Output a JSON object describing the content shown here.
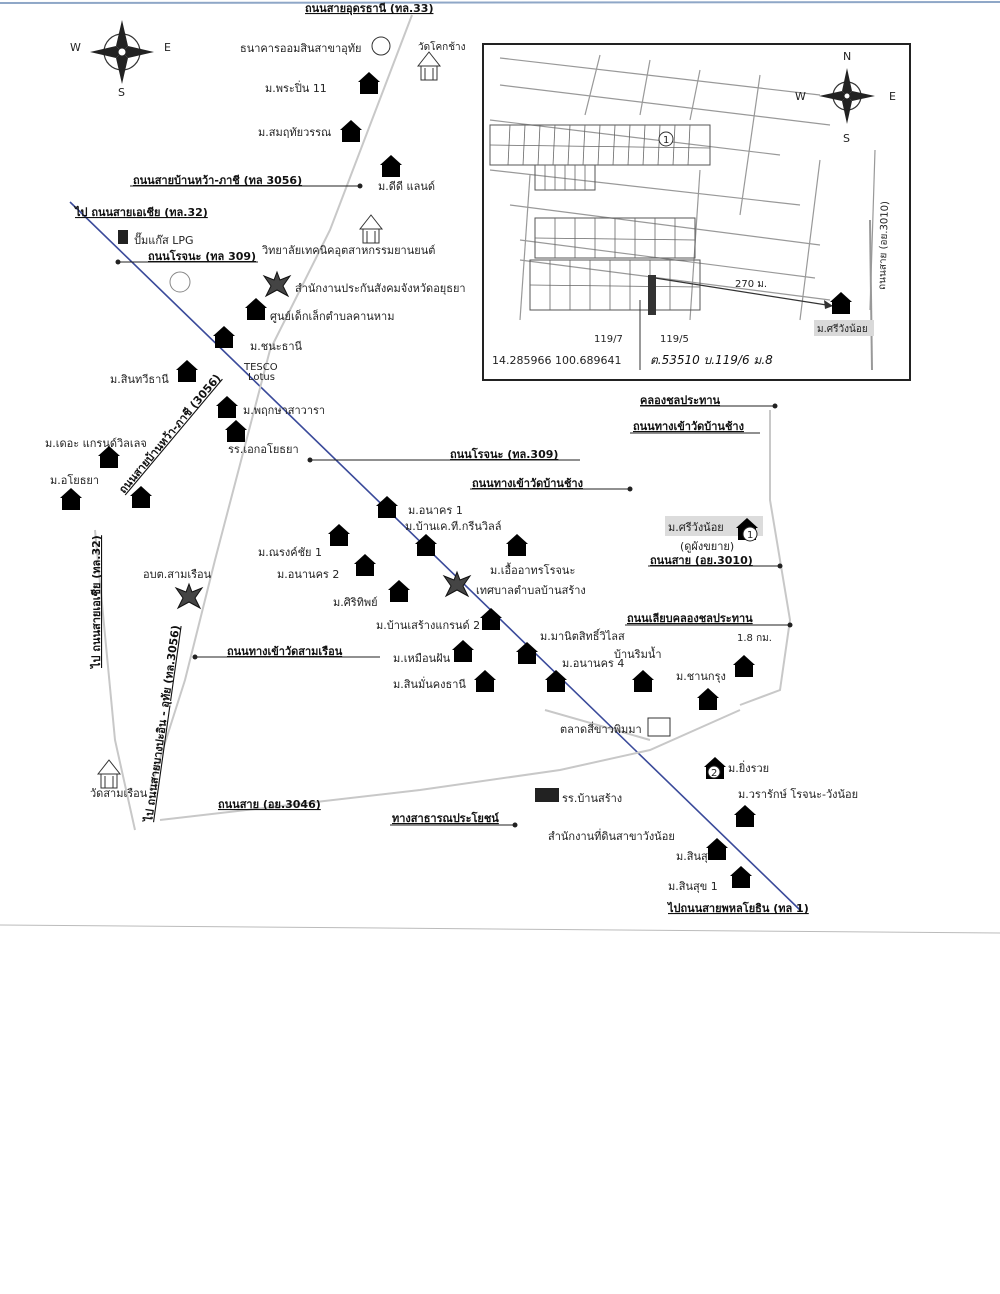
{
  "compass_main": {
    "n": "",
    "w": "W",
    "e": "E",
    "s": "S"
  },
  "compass_inset": {
    "n": "N",
    "w": "W",
    "e": "E",
    "s": "S"
  },
  "inset": {
    "marker": "1",
    "distance": "270 ม.",
    "road_right": "ถนนสาย (อย.3010)",
    "target": "ม.ศรีวังน้อย",
    "plot_a": "119/7",
    "plot_b": "119/5",
    "coords": "14.285966 100.689641",
    "handwritten": "ต.53510 บ.119/6 ม.8"
  },
  "roads": {
    "top_cut": "ถนนสายอุดรธานี (ทล.33)",
    "r3056_top": "ถนนสายบ้านหว้า-ภาชี (ทล 3056)",
    "asia_top": "ไป ถนนสายเอเชีย (ทล.32)",
    "rojana_top": "ถนนโรจนะ (ทล 309)",
    "r3056_diag": "ถนนสายบ้านหว้า-ภาชี (3056)",
    "khlong": "คลองชลประทาน",
    "wat_ban_chang_1": "ถนนทางเข้าวัดบ้านช้าง",
    "rojana_mid": "ถนนโรจนะ (ทล.309)",
    "wat_ban_chang_2": "ถนนทางเข้าวัดบ้านช้าง",
    "r3010": "ถนนสาย (อย.3010)",
    "khlong_side": "ถนนเลียบคลองชลประทาน",
    "wat_sam_ruean": "ถนนทางเข้าวัดสามเรือน",
    "asia_vertical": "ไป ถนนสายเอเชีย (ทล.32)",
    "bang_pa_in": "ไป ถนนสายบางปะอิน - อุทัย (ทล.3056)",
    "r3046": "ถนนสาย (อย.3046)",
    "utility": "ทางสาธารณประโยชน์",
    "phahon_bottom": "ไปถนนสายพหลโยธิน (ทล 1)",
    "dist_18": "1.8 กม."
  },
  "places": {
    "bank": "ธนาคารออมสินสาขาอุทัย",
    "wat_chang": "วัดโคกช้าง",
    "phra_pin": "ม.พระปิ่น 11",
    "sombun": "ม.สมฤทัยวรรณ",
    "dd_land": "ม.ดีดี แลนด์",
    "lpg": "ปั๊มแก๊ส LPG",
    "college": "วิทยาลัยเทคนิคอุตสาหกรรมยานยนต์",
    "sso": "สำนักงานประกันสังคมจังหวัดอยุธยา",
    "daycare": "ศูนย์เด็กเล็กตำบลคานหาม",
    "chana": "ม.ชนะธานี",
    "sinthawi": "ม.สินทวีธานี",
    "tesco_a": "TESCO",
    "tesco_b": "Lotus",
    "phruksa": "ม.พฤกษาสาวารา",
    "the_grand": "ม.เดอะ แกรนด์วิลเลจ",
    "ayutthaya": "ม.อโยธยา",
    "school_ayut": "รร.เอกอโยธยา",
    "anakorn1": "ม.อนาคร 1",
    "ban_khao": "ม.บ้านเค.ที.กรีนวิลล์",
    "narong": "ม.ณรงค์ชัย 1",
    "anakorn2": "ม.อนานคร 2",
    "uea_athorn": "ม.เอื้ออาทรโรจนะ",
    "municipality": "เทศบาลตำบลบ้านสร้าง",
    "sirichai": "ม.ศิริทิพย์",
    "sam_ruean_office": "อบต.สามเรือน",
    "bansang_grand": "ม.บ้านเสร้างแกรนด์ 2",
    "manit": "ม.มานิตสิทธิ์วิไลส",
    "muang_fan": "ม.เหมือนฝัน",
    "anakorn4": "ม.อนานคร 4",
    "ban_rim_nam": "บ้านริมน้ำ",
    "chan_krung": "ม.ชานกรุง",
    "sin_mang": "ม.สินมั่นคงธานี",
    "market": "ตลาดสี่ขาวพิมมา",
    "sri_wang_noi": "ม.ศรีวังน้อย",
    "extension": "(ดูผังขยาย)",
    "marker_1": "1",
    "marker_2": "2",
    "ying_ruay": "ม.ยิ่งรวย",
    "wararak": "ม.วรารักษ์ โรจนะ-วังน้อย",
    "wat_sam_ruean": "วัดสามเรือน",
    "school_bansang": "รร.บ้านสร้าง",
    "land_office": "สำนักงานที่ดินสาขาวังน้อย",
    "sinsuk2": "ม.สินสุข 2",
    "sinsuk1": "ม.สินสุข 1"
  }
}
